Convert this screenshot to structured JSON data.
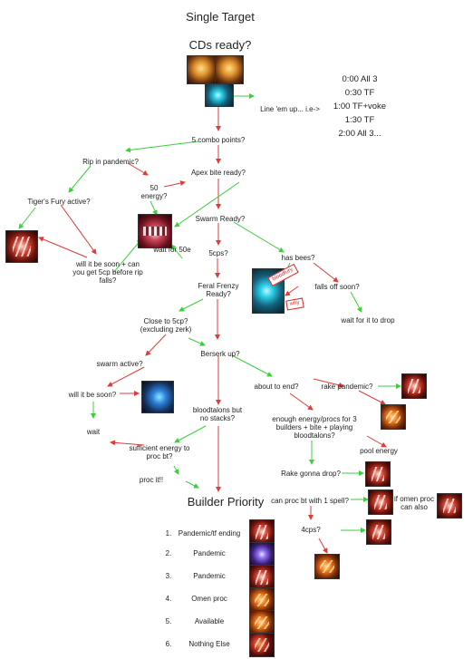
{
  "title": "Single Target",
  "cds_heading": "CDs ready?",
  "lineup_text": "Line 'em up... i.e->",
  "times": [
    "0:00 All 3",
    "0:30 TF",
    "1:00 TF+voke",
    "1:30 TF",
    "2:00 All 3..."
  ],
  "nodes": {
    "five_cp": "5 combo points?",
    "rip_pandemic": "Rip in pandemic?",
    "apex_bite": "Apex bite ready?",
    "fifty_energy": "50 energy?",
    "tigers_fury": "Tiger's Fury active?",
    "swarm_ready": "Swarm Ready?",
    "will_it_be_soon_rip": "will it be soon + can you get 5cp before rip falls?",
    "five_cps": "5cps?",
    "wait_50e": "wait for 50e",
    "has_bees": "has bees?",
    "falls_off_soon": "falls off soon?",
    "wait_drop": "wait for it to drop",
    "feral_frenzy": "Feral Frenzy Ready?",
    "close_to_5cp": "Close to 5cp? (excluding zerk)",
    "berserk_up": "Berserk up?",
    "swarm_active": "swarm active?",
    "will_it_be_soon": "will it be soon?",
    "wait": "wait",
    "about_to_end": "about to end?",
    "rake_pandemic": "rake pandemic?",
    "bloodtalons": "bloodtalons but no stacks?",
    "enough_energy": "enough energy/procs for 3 builders + bite + playing bloodtalons?",
    "sufficient_energy": "sufficient energy to proc bt?",
    "pool_energy": "pool energy",
    "proc_it": "proc it!!",
    "rake_drop": "Rake gonna drop?",
    "proc_bt_1_spell": "can proc bt with 1 spell?",
    "omen_proc": "if omen proc can also",
    "four_cps": "4cps?"
  },
  "annotations": {
    "bloodfury": "bloodfury",
    "why": "why"
  },
  "builder_priority": {
    "heading": "Builder Priority",
    "items": [
      {
        "num": "1.",
        "label": "Pandemic/tf ending",
        "icon": "rake-icon"
      },
      {
        "num": "2.",
        "label": "Pandemic",
        "icon": "thrash-icon"
      },
      {
        "num": "3.",
        "label": "Pandemic",
        "icon": "moonfire-icon"
      },
      {
        "num": "4.",
        "label": "Omen proc",
        "icon": "omen-proc-icon"
      },
      {
        "num": "5.",
        "label": "Available",
        "icon": "shred-icon"
      },
      {
        "num": "6.",
        "label": "Nothing Else",
        "icon": "swipe-icon"
      }
    ]
  },
  "colors": {
    "yes_arrow": "#3ad13a",
    "no_arrow": "#e03a3a",
    "text": "#222222"
  }
}
